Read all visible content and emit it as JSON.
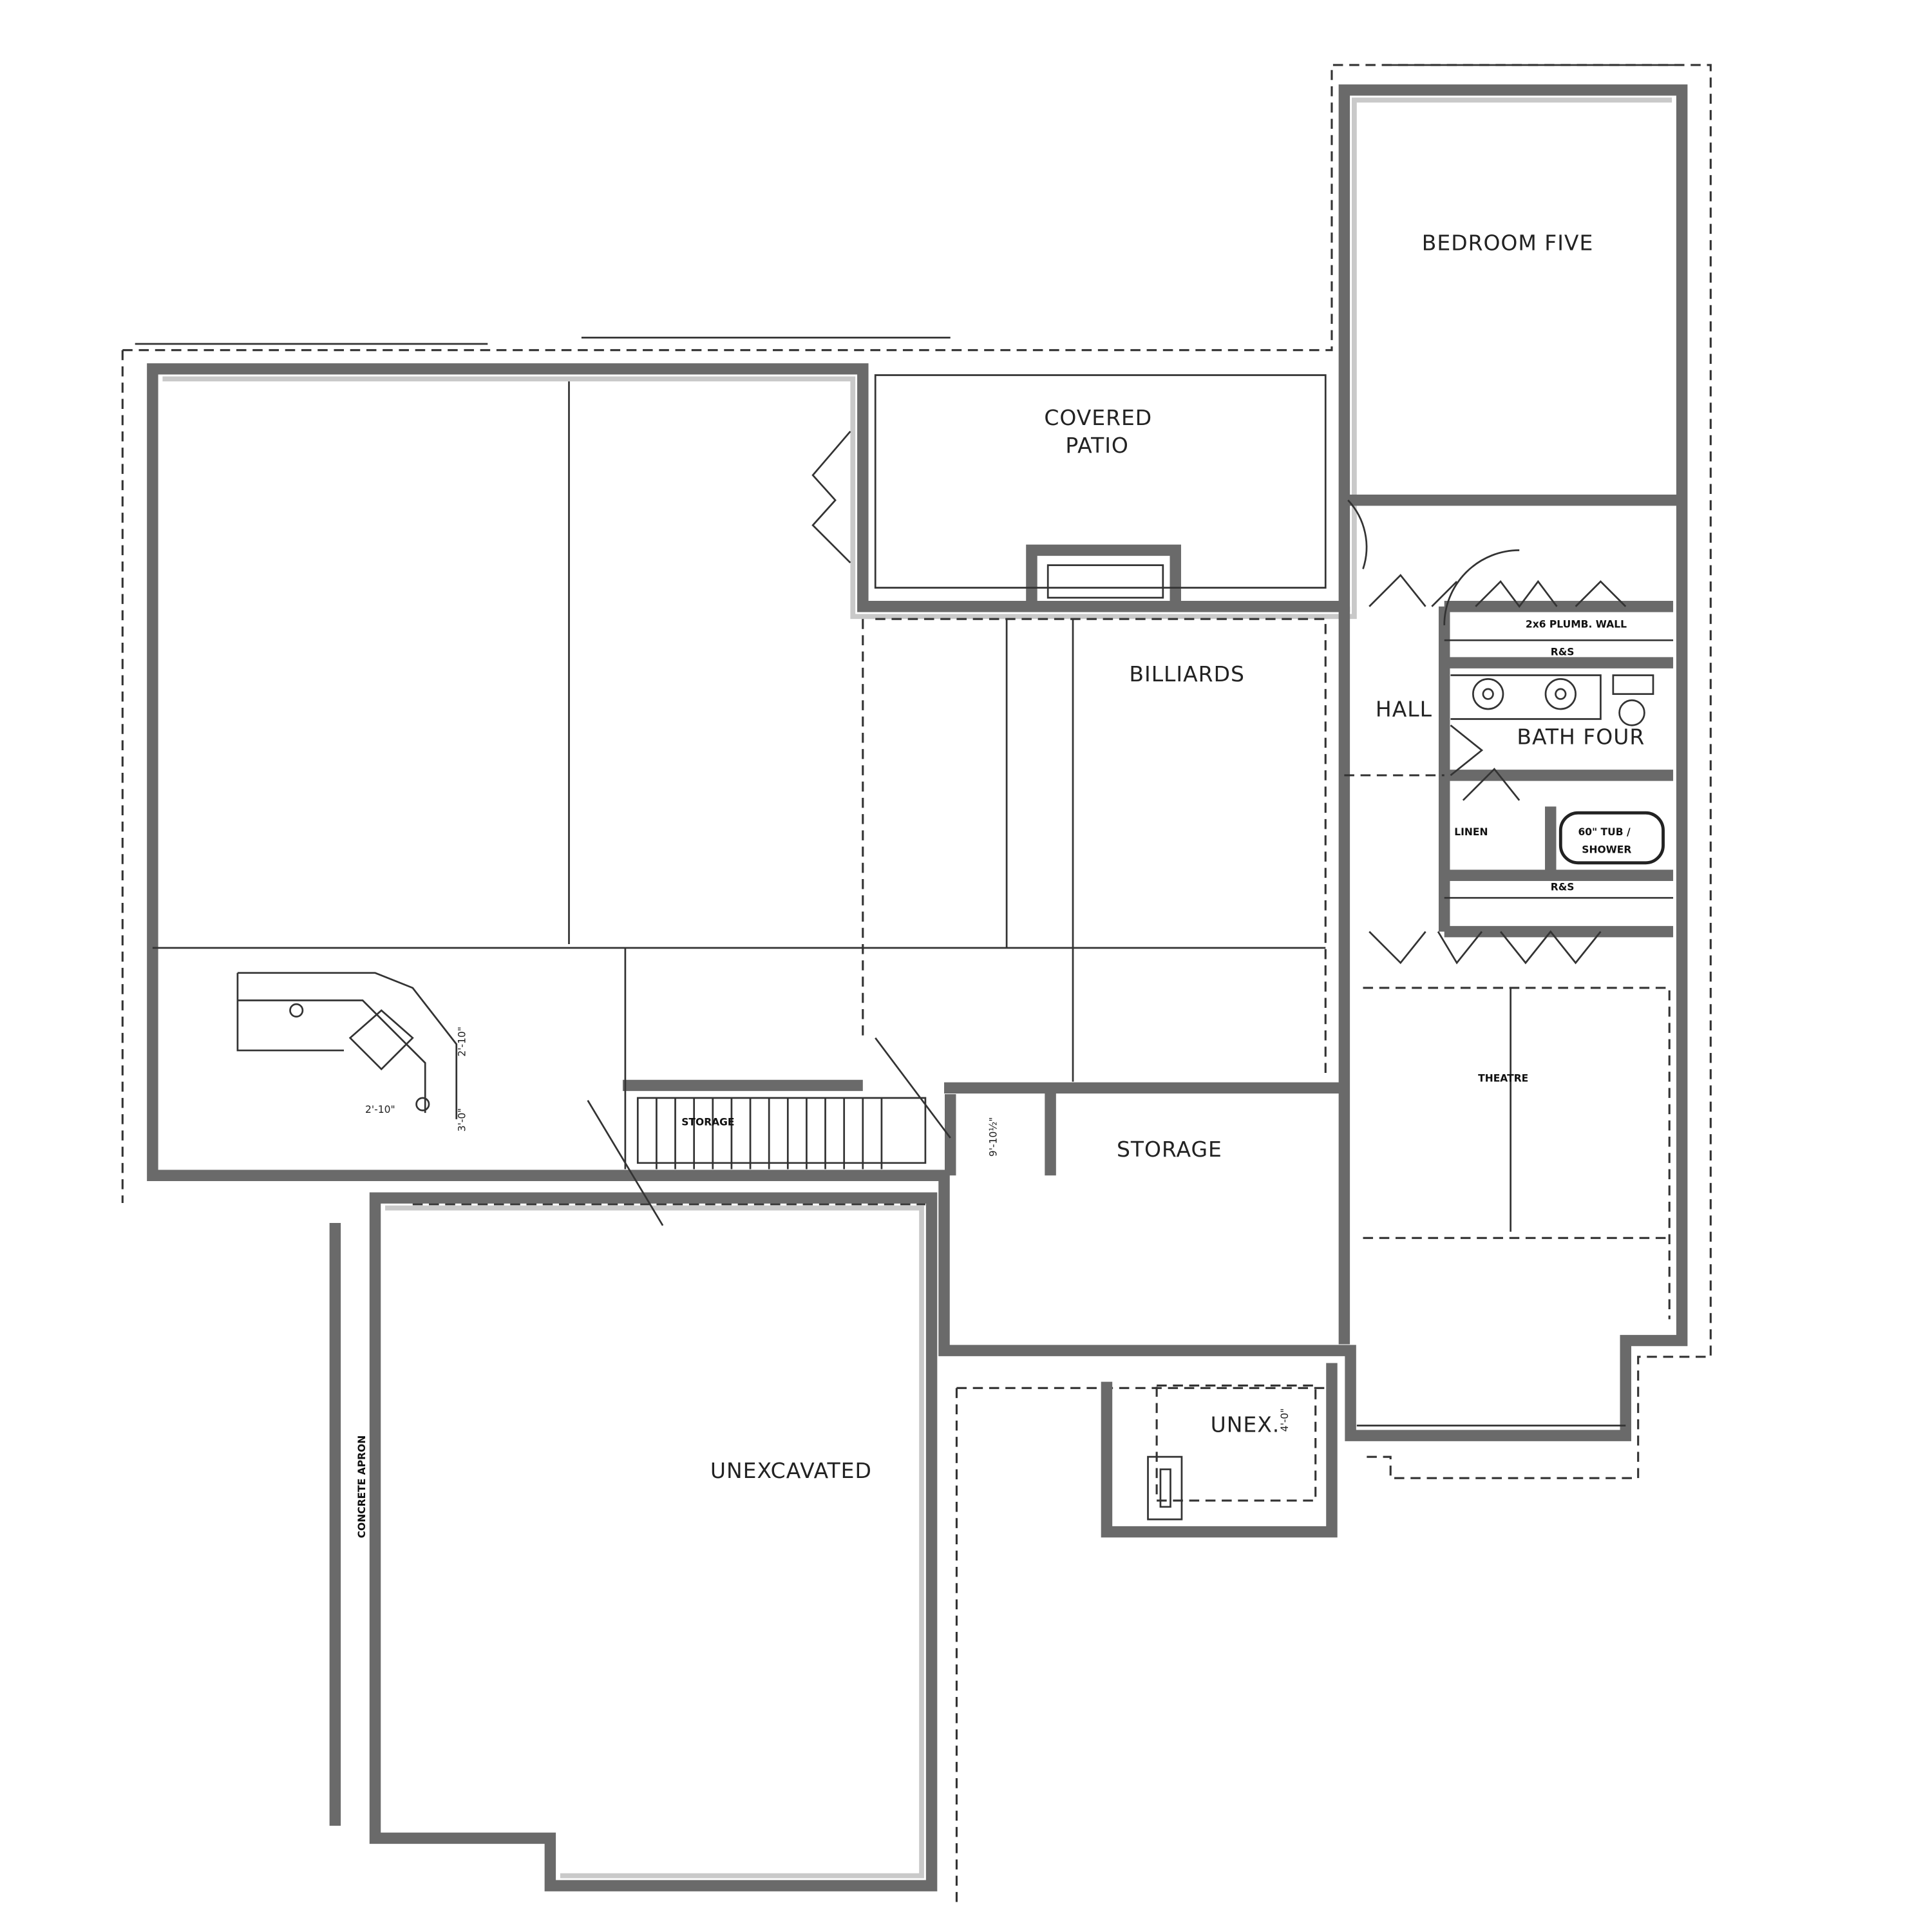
{
  "rooms": {
    "bedroom_five": "BEDROOM FIVE",
    "covered_patio_1": "COVERED",
    "covered_patio_2": "PATIO",
    "billiards": "BILLIARDS",
    "hall": "HALL",
    "bath_four": "BATH FOUR",
    "theatre": "THEATRE",
    "storage_main": "STORAGE",
    "storage_stair": "STORAGE",
    "unex": "UNEX.",
    "unexcavated": "UNEXCAVATED",
    "concrete_apron": "CONCRETE APRON"
  },
  "notes": {
    "plumb_wall": "2x6 PLUMB. WALL",
    "rs_1": "R&S",
    "rs_2": "R&S",
    "linen": "LINEN",
    "tub_1": "60\" TUB /",
    "tub_2": "SHOWER"
  },
  "dimensions": {
    "bar_width": "2'-10\"",
    "bar_depth": "2'-10\"",
    "bar_height": "3'-0\"",
    "closet": "9'-10½\"",
    "unex_depth": "4'-0\""
  },
  "colors": {
    "wall": "#6a6a6a",
    "line": "#333333"
  }
}
